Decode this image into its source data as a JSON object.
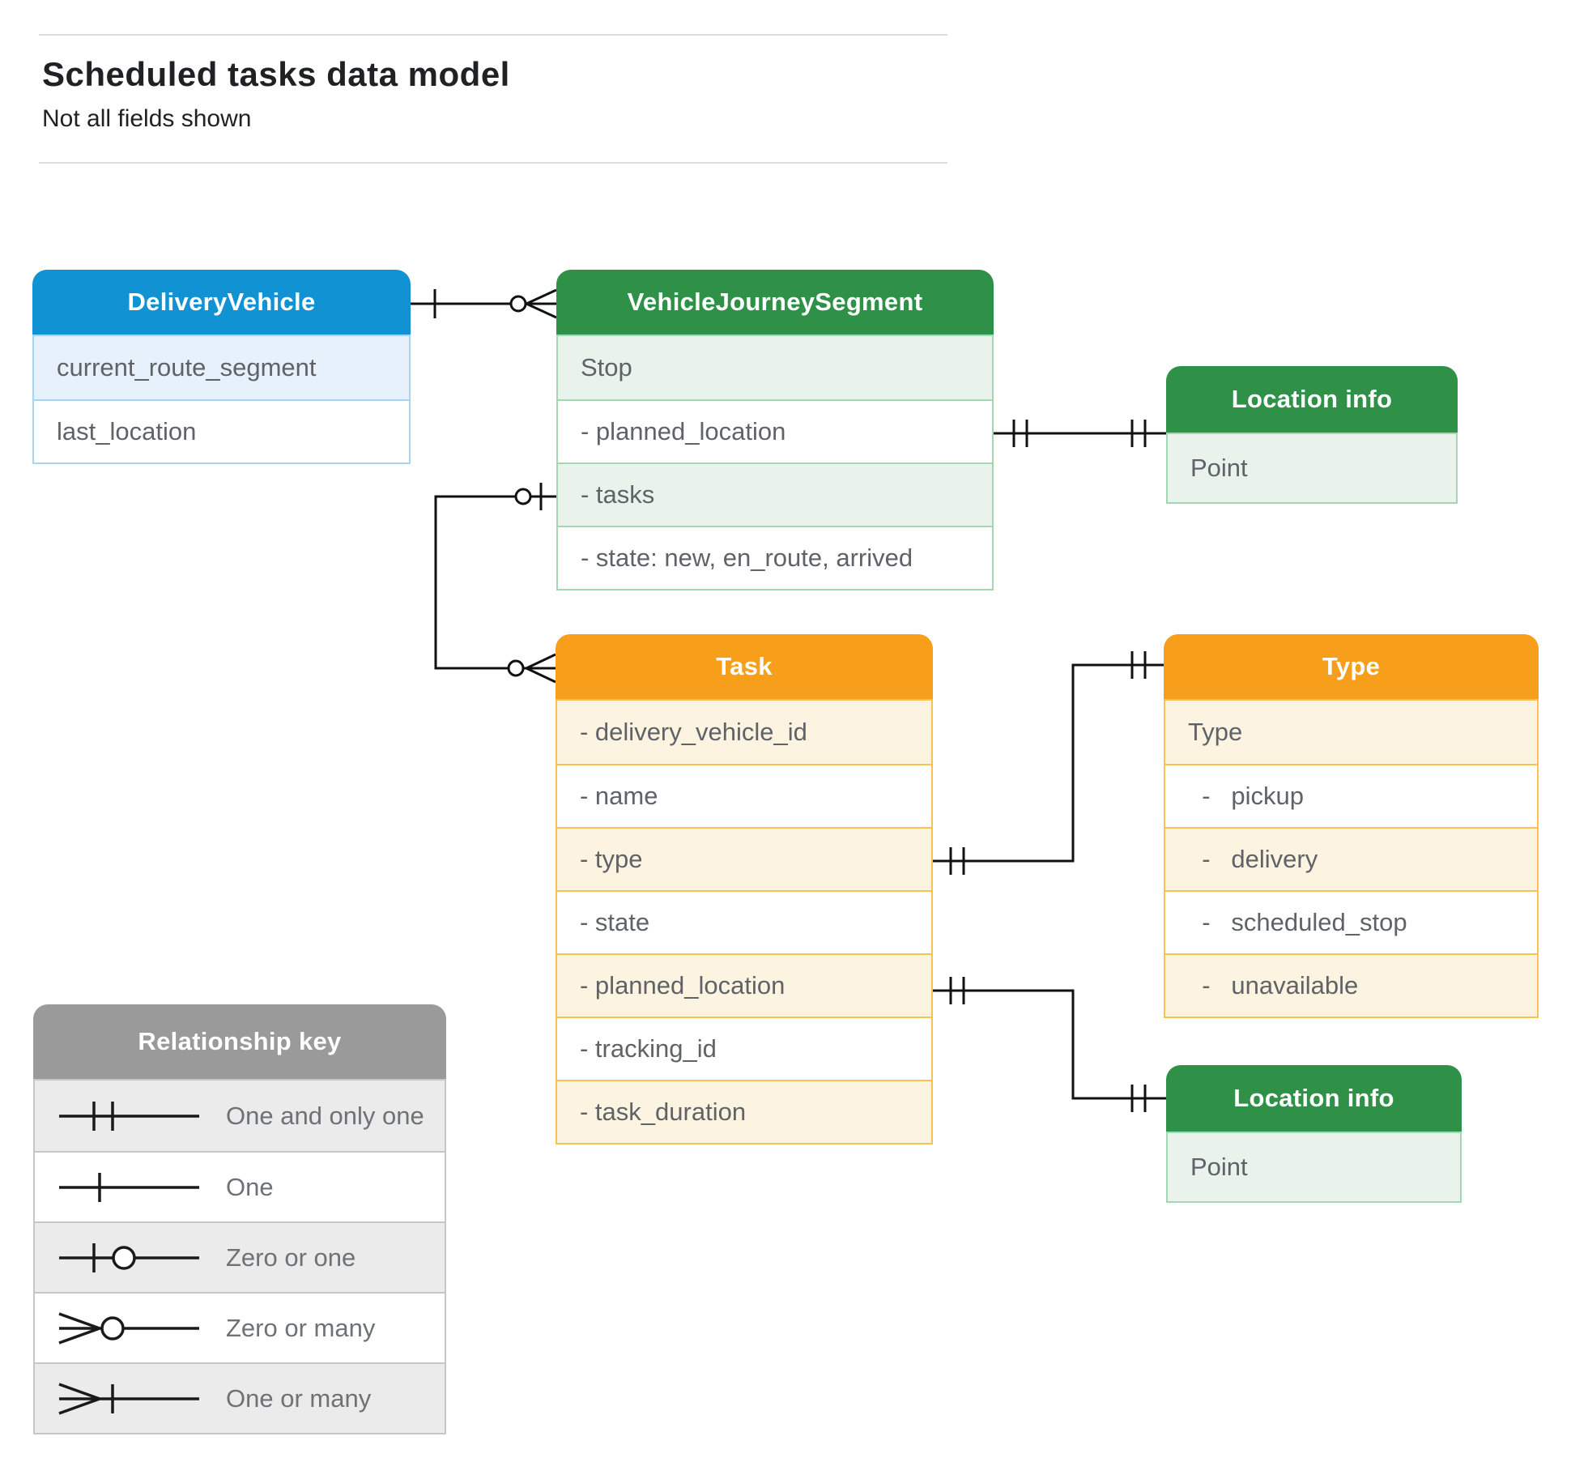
{
  "page": {
    "title": "Scheduled tasks data model",
    "subtitle": "Not all fields shown"
  },
  "colors": {
    "blue_header": "#1193d3",
    "green_header": "#2f9148",
    "orange_header": "#f79e1b",
    "gray_header": "#9a9a9a",
    "row_text": "#5f6368",
    "connector": "#111111"
  },
  "entities": {
    "delivery_vehicle": {
      "title": "DeliveryVehicle",
      "rows": [
        "current_route_segment",
        "last_location"
      ]
    },
    "vehicle_journey_segment": {
      "title": "VehicleJourneySegment",
      "rows": [
        "Stop",
        "- planned_location",
        "- tasks",
        "- state: new, en_route, arrived"
      ]
    },
    "location_info_top": {
      "title": "Location info",
      "rows": [
        "Point"
      ]
    },
    "task": {
      "title": "Task",
      "rows": [
        "- delivery_vehicle_id",
        "- name",
        "- type",
        "- state",
        "- planned_location",
        "- tracking_id",
        "- task_duration"
      ]
    },
    "type": {
      "title": "Type",
      "rows": [
        "Type",
        "  -   pickup",
        "  -   delivery",
        "  -   scheduled_stop",
        "  -   unavailable"
      ]
    },
    "location_info_bottom": {
      "title": "Location info",
      "rows": [
        "Point"
      ]
    }
  },
  "connections": [
    {
      "from": "DeliveryVehicle",
      "to": "VehicleJourneySegment",
      "from_cardinality": "one",
      "to_cardinality": "zero or many"
    },
    {
      "from": "VehicleJourneySegment.tasks",
      "to": "Task",
      "from_cardinality": "zero or one",
      "to_cardinality": "zero or many"
    },
    {
      "from": "VehicleJourneySegment.planned_location",
      "to": "Location info",
      "from_cardinality": "one and only one",
      "to_cardinality": "one and only one"
    },
    {
      "from": "Task.type",
      "to": "Type",
      "from_cardinality": "one and only one",
      "to_cardinality": "one and only one"
    },
    {
      "from": "Task.planned_location",
      "to": "Location info",
      "from_cardinality": "one and only one",
      "to_cardinality": "one and only one"
    }
  ],
  "legend": {
    "title": "Relationship key",
    "items": [
      "One and only one",
      "One",
      "Zero or one",
      "Zero or many",
      "One or many"
    ]
  }
}
